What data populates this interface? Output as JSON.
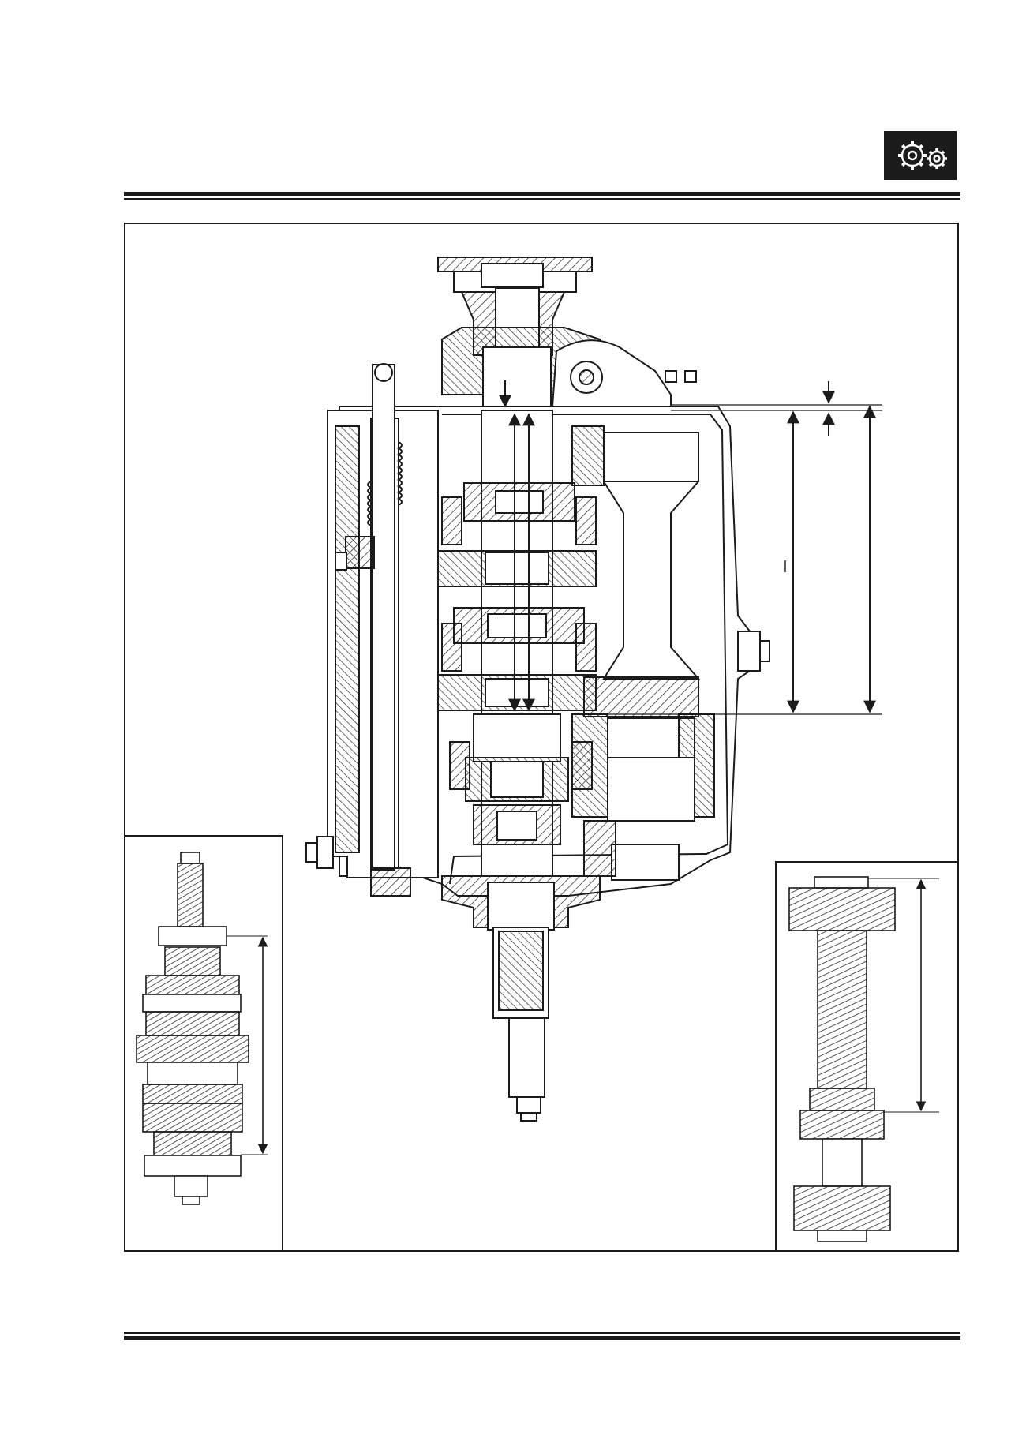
{
  "header": {
    "section_icon": "gears-icon",
    "badge_color": "#1b1b1b"
  },
  "figure": {
    "main_view": "gearbox-cross-section",
    "left_inset": "mainshaft-gear-assembly",
    "right_inset": "layshaft-gear-cluster"
  },
  "colors": {
    "ink": "#1b1b1b",
    "paper": "#ffffff"
  }
}
